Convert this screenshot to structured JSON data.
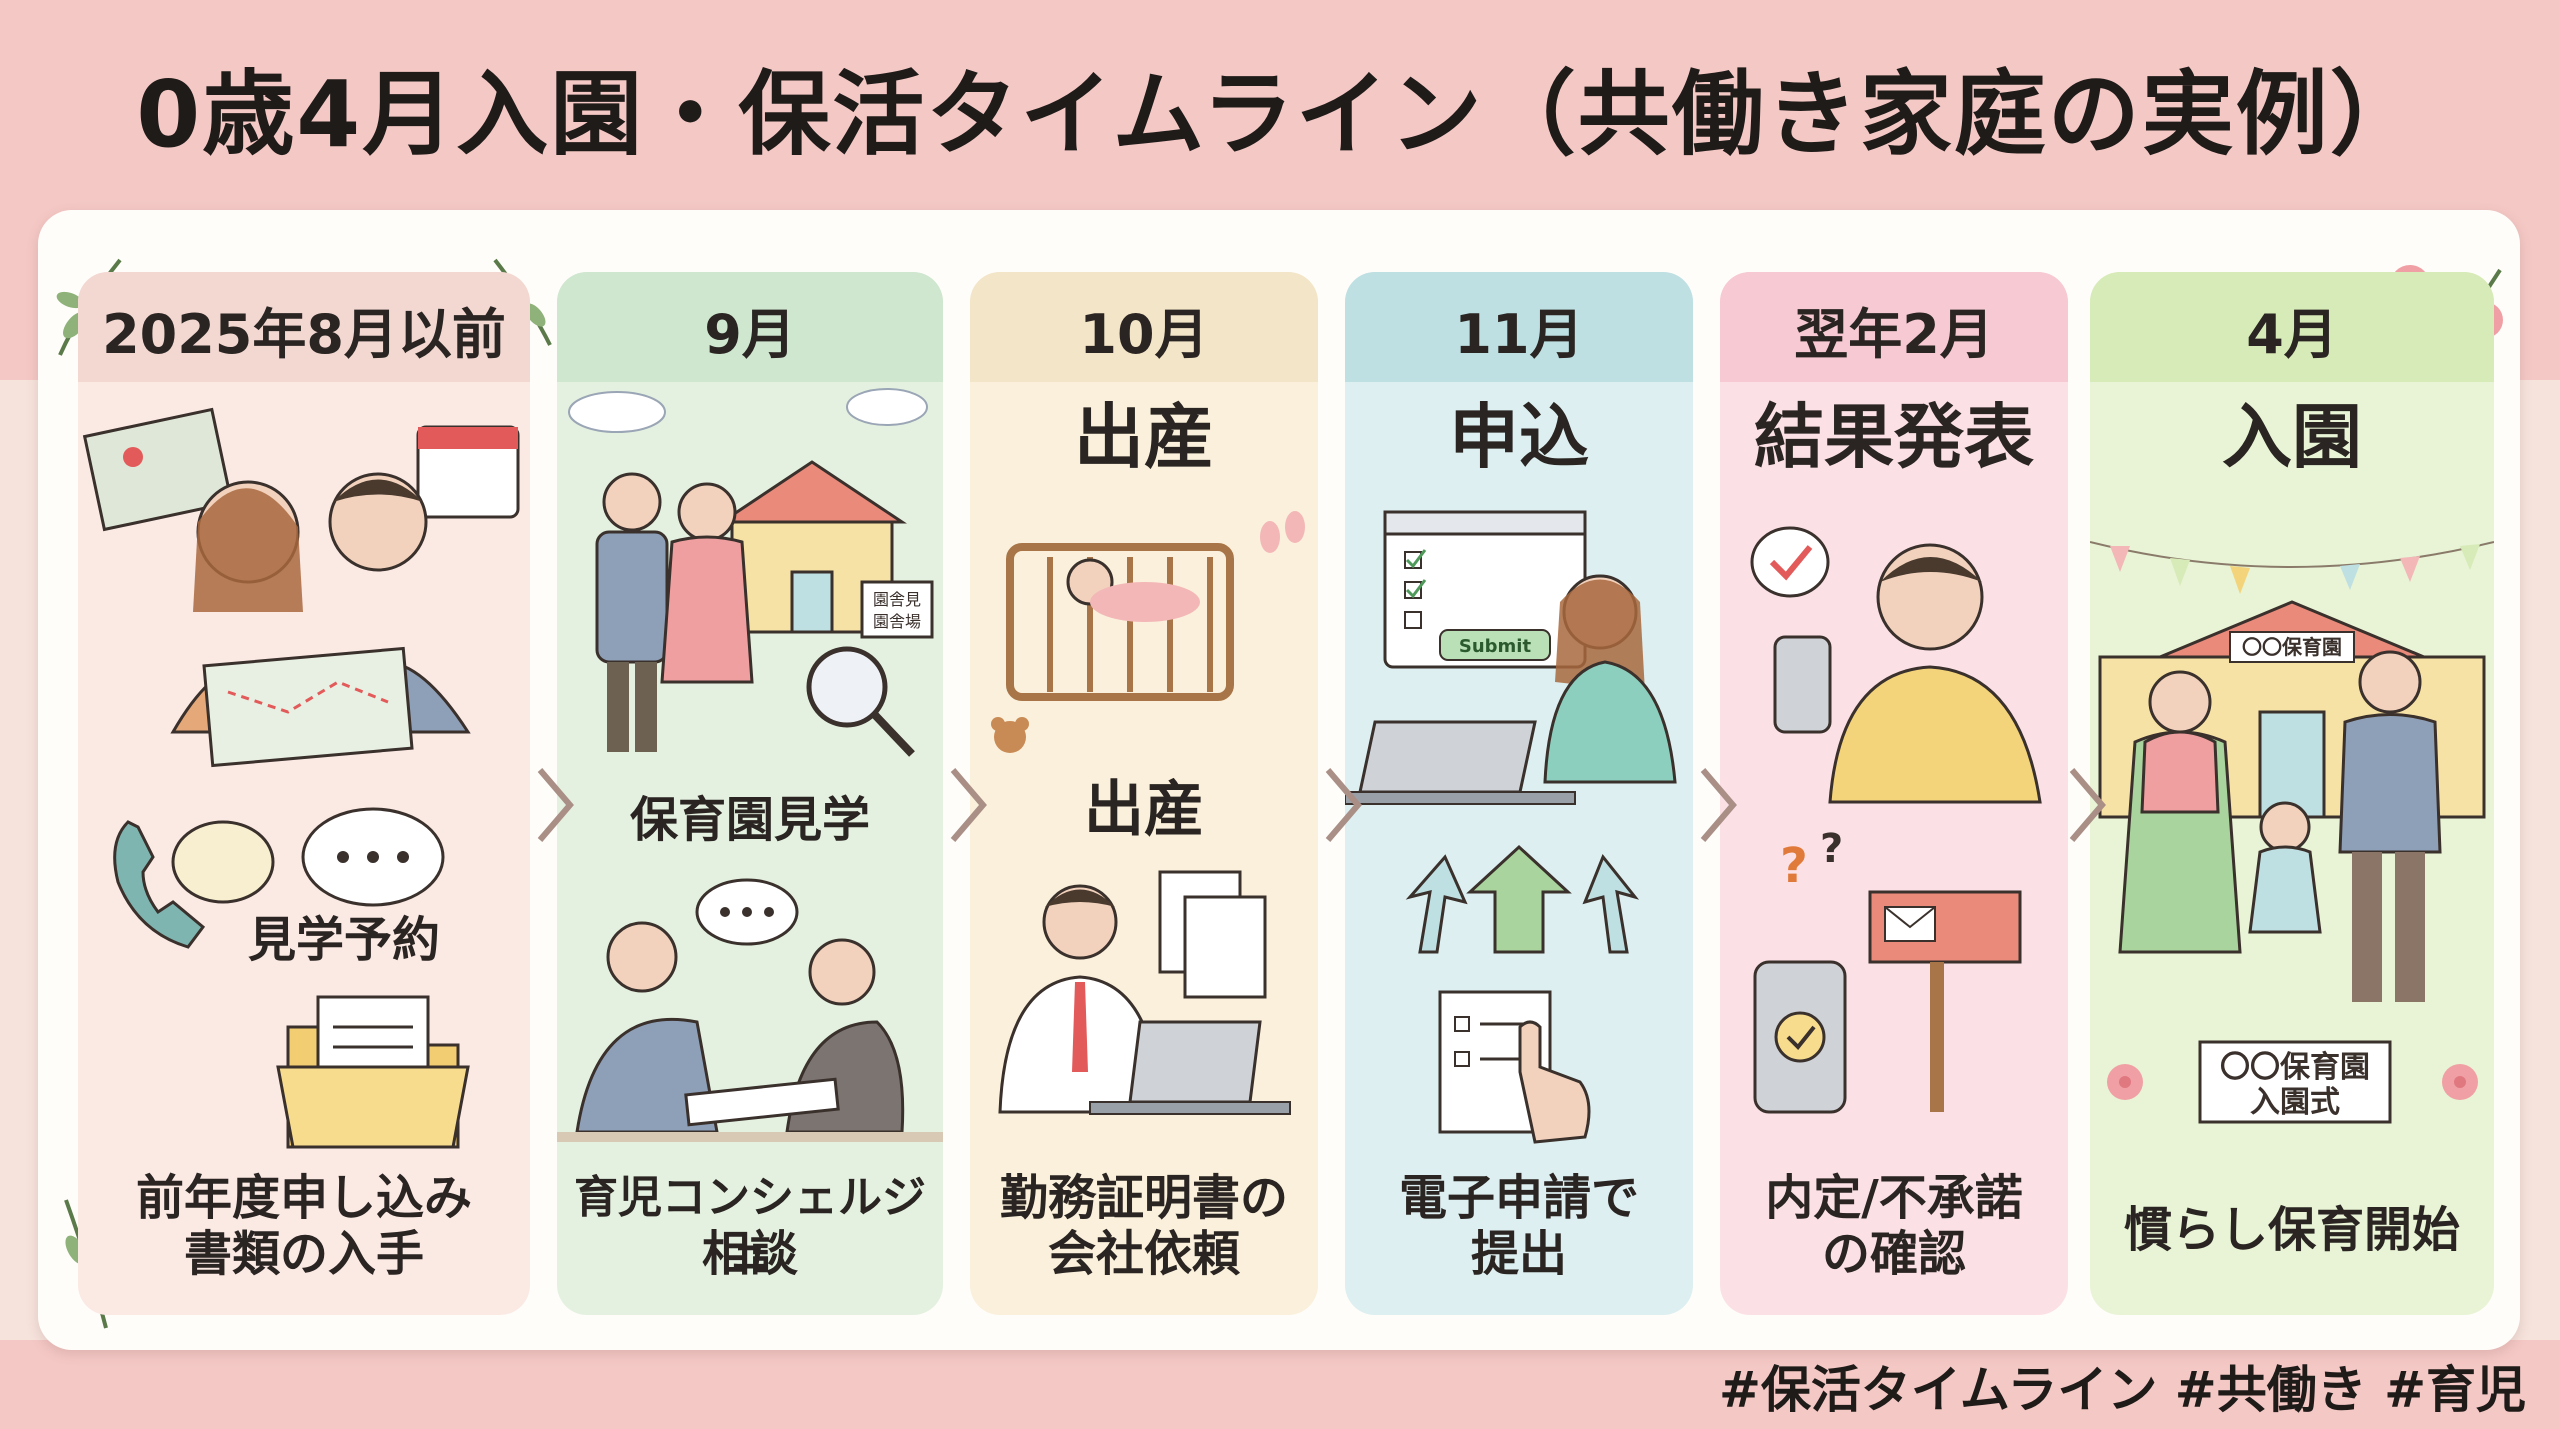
{
  "title": "0歳4月入園・保活タイムライン（共働き家庭の実例）",
  "columns": [
    {
      "id": "aug",
      "header": "2025年8月以前",
      "subheader": "",
      "labels": [
        "見学予約",
        "前年度申し込み",
        "書類の入手"
      ],
      "colors": {
        "header": "#f3d8d2",
        "body": "#fbe9e4"
      }
    },
    {
      "id": "sep",
      "header": "9月",
      "subheader": "",
      "labels": [
        "保育園見学",
        "育児コンシェルジュ",
        "相談"
      ],
      "sign_text": [
        "園舎見",
        "園舎場"
      ],
      "colors": {
        "header": "#cfe6cf",
        "body": "#e4f1e0"
      }
    },
    {
      "id": "oct",
      "header": "10月",
      "subheader": "出産",
      "labels": [
        "出産",
        "勤務証明書の",
        "会社依頼"
      ],
      "colors": {
        "header": "#f3e5c8",
        "body": "#faf0db"
      }
    },
    {
      "id": "nov",
      "header": "11月",
      "subheader": "申込",
      "labels": [
        "電子申請で",
        "提出"
      ],
      "submit_label": "Submit",
      "colors": {
        "header": "#bfe0e2",
        "body": "#ddeff0"
      }
    },
    {
      "id": "feb",
      "header": "翌年2月",
      "subheader": "結果発表",
      "labels": [
        "内定/不承諾",
        "の確認"
      ],
      "colors": {
        "header": "#f7c9d2",
        "body": "#fbe1e6"
      }
    },
    {
      "id": "apr",
      "header": "4月",
      "subheader": "入園",
      "labels": [
        "慣らし保育開始"
      ],
      "building_sign": "〇〇保育園",
      "ceremony_sign": [
        "〇〇保育園",
        "入園式"
      ],
      "colors": {
        "header": "#d7ebb8",
        "body": "#e8f4d5"
      }
    }
  ],
  "hashtags": "#保活タイムライン #共働き #育児",
  "accent": {
    "arrow": "#a98f86",
    "ink": "#3a302c"
  }
}
